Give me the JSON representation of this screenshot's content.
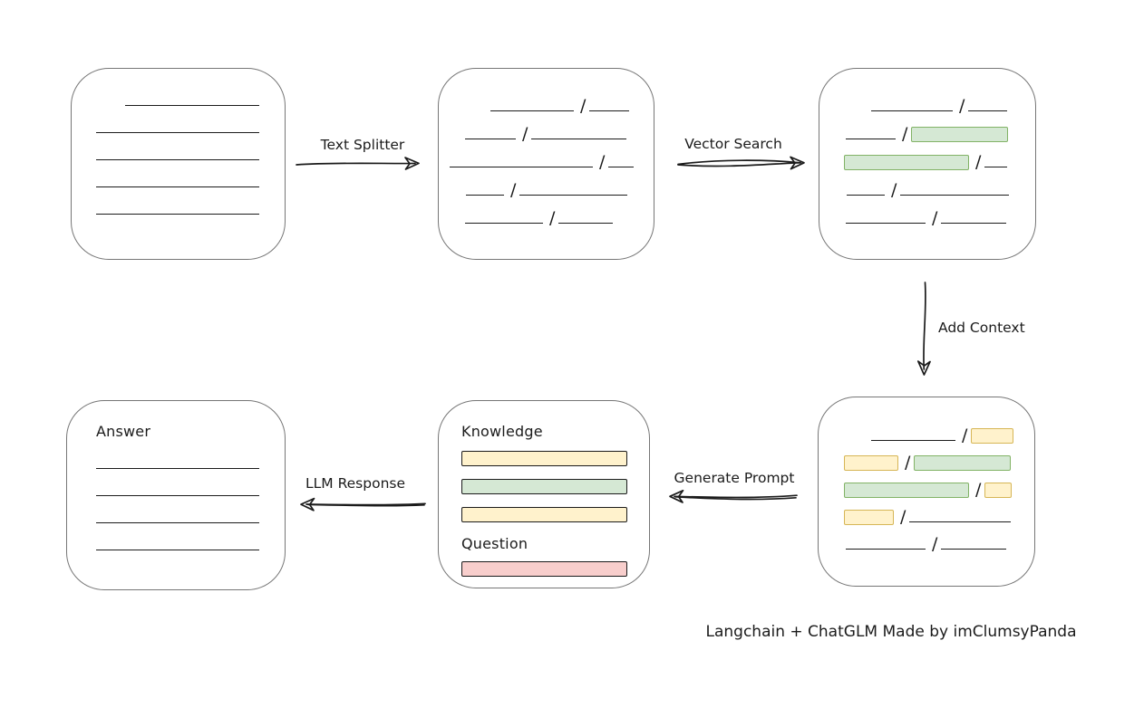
{
  "caption": "Langchain + ChatGLM Made by imClumsyPanda",
  "arrow_labels": {
    "text_splitter": "Text Splitter",
    "vector_search": "Vector Search",
    "add_context": "Add Context",
    "generate_prompt": "Generate Prompt",
    "llm_response": "LLM Response"
  },
  "box_labels": {
    "knowledge": "Knowledge",
    "question": "Question",
    "answer": "Answer"
  },
  "colors": {
    "ink": "#1b1b1b",
    "box_stroke": "#767676",
    "yellow_fill": "#fff2cc",
    "yellow_stroke": "#d6b656",
    "green_fill": "#d5e8d4",
    "green_stroke": "#82b366",
    "red_fill": "#f8cecc",
    "red_stroke": "#b85450"
  },
  "boxes": {
    "document": {
      "rows": [
        {
          "ml": 32,
          "segs": [
            {
              "t": "line",
              "w": 148
            }
          ]
        },
        {
          "ml": 0,
          "segs": [
            {
              "t": "line",
              "w": 180
            }
          ]
        },
        {
          "ml": 0,
          "segs": [
            {
              "t": "line",
              "w": 180
            }
          ]
        },
        {
          "ml": 0,
          "segs": [
            {
              "t": "line",
              "w": 180
            }
          ]
        },
        {
          "ml": 0,
          "segs": [
            {
              "t": "line",
              "w": 180
            }
          ]
        }
      ]
    },
    "chunks": {
      "rows": [
        {
          "ml": 45,
          "segs": [
            {
              "t": "line",
              "w": 92
            },
            {
              "t": "line",
              "w": 44
            }
          ]
        },
        {
          "ml": 17,
          "segs": [
            {
              "t": "line",
              "w": 56
            },
            {
              "t": "line",
              "w": 105
            }
          ]
        },
        {
          "ml": 0,
          "segs": [
            {
              "t": "line",
              "w": 158
            },
            {
              "t": "line",
              "w": 28
            }
          ]
        },
        {
          "ml": 18,
          "segs": [
            {
              "t": "line",
              "w": 42
            },
            {
              "t": "line",
              "w": 119
            }
          ]
        },
        {
          "ml": 17,
          "segs": [
            {
              "t": "line",
              "w": 86
            },
            {
              "t": "line",
              "w": 60
            }
          ]
        }
      ]
    },
    "search_results": {
      "rows": [
        {
          "ml": 45,
          "segs": [
            {
              "t": "line",
              "w": 90
            },
            {
              "t": "line",
              "w": 43
            }
          ]
        },
        {
          "ml": 17,
          "segs": [
            {
              "t": "line",
              "w": 55
            },
            {
              "t": "green",
              "w": 107
            }
          ]
        },
        {
          "ml": 15,
          "segs": [
            {
              "t": "green",
              "w": 138
            },
            {
              "t": "line",
              "w": 25
            }
          ]
        },
        {
          "ml": 18,
          "segs": [
            {
              "t": "line",
              "w": 42
            },
            {
              "t": "line",
              "w": 120
            }
          ]
        },
        {
          "ml": 17,
          "segs": [
            {
              "t": "line",
              "w": 88
            },
            {
              "t": "line",
              "w": 72
            }
          ]
        }
      ]
    },
    "context_chunks": {
      "rows": [
        {
          "ml": 45,
          "segs": [
            {
              "t": "line",
              "w": 93
            },
            {
              "t": "yellow",
              "w": 47
            }
          ]
        },
        {
          "ml": 15,
          "segs": [
            {
              "t": "yellow",
              "w": 60
            },
            {
              "t": "green",
              "w": 107
            }
          ]
        },
        {
          "ml": 15,
          "segs": [
            {
              "t": "green",
              "w": 138
            },
            {
              "t": "yellow",
              "w": 30
            }
          ]
        },
        {
          "ml": 15,
          "segs": [
            {
              "t": "yellow",
              "w": 55
            },
            {
              "t": "line",
              "w": 112
            }
          ]
        },
        {
          "ml": 17,
          "segs": [
            {
              "t": "line",
              "w": 88
            },
            {
              "t": "line",
              "w": 72
            }
          ]
        }
      ]
    },
    "prompt": {
      "knowledge_bars": [
        "yellow",
        "green",
        "yellow"
      ],
      "question_bars": [
        "red"
      ]
    },
    "answer": {
      "rows": [
        {
          "ml": 0,
          "segs": [
            {
              "t": "line",
              "w": 180
            }
          ]
        },
        {
          "ml": 0,
          "segs": [
            {
              "t": "line",
              "w": 180
            }
          ]
        },
        {
          "ml": 0,
          "segs": [
            {
              "t": "line",
              "w": 180
            }
          ]
        },
        {
          "ml": 0,
          "segs": [
            {
              "t": "line",
              "w": 180
            }
          ]
        }
      ]
    }
  }
}
